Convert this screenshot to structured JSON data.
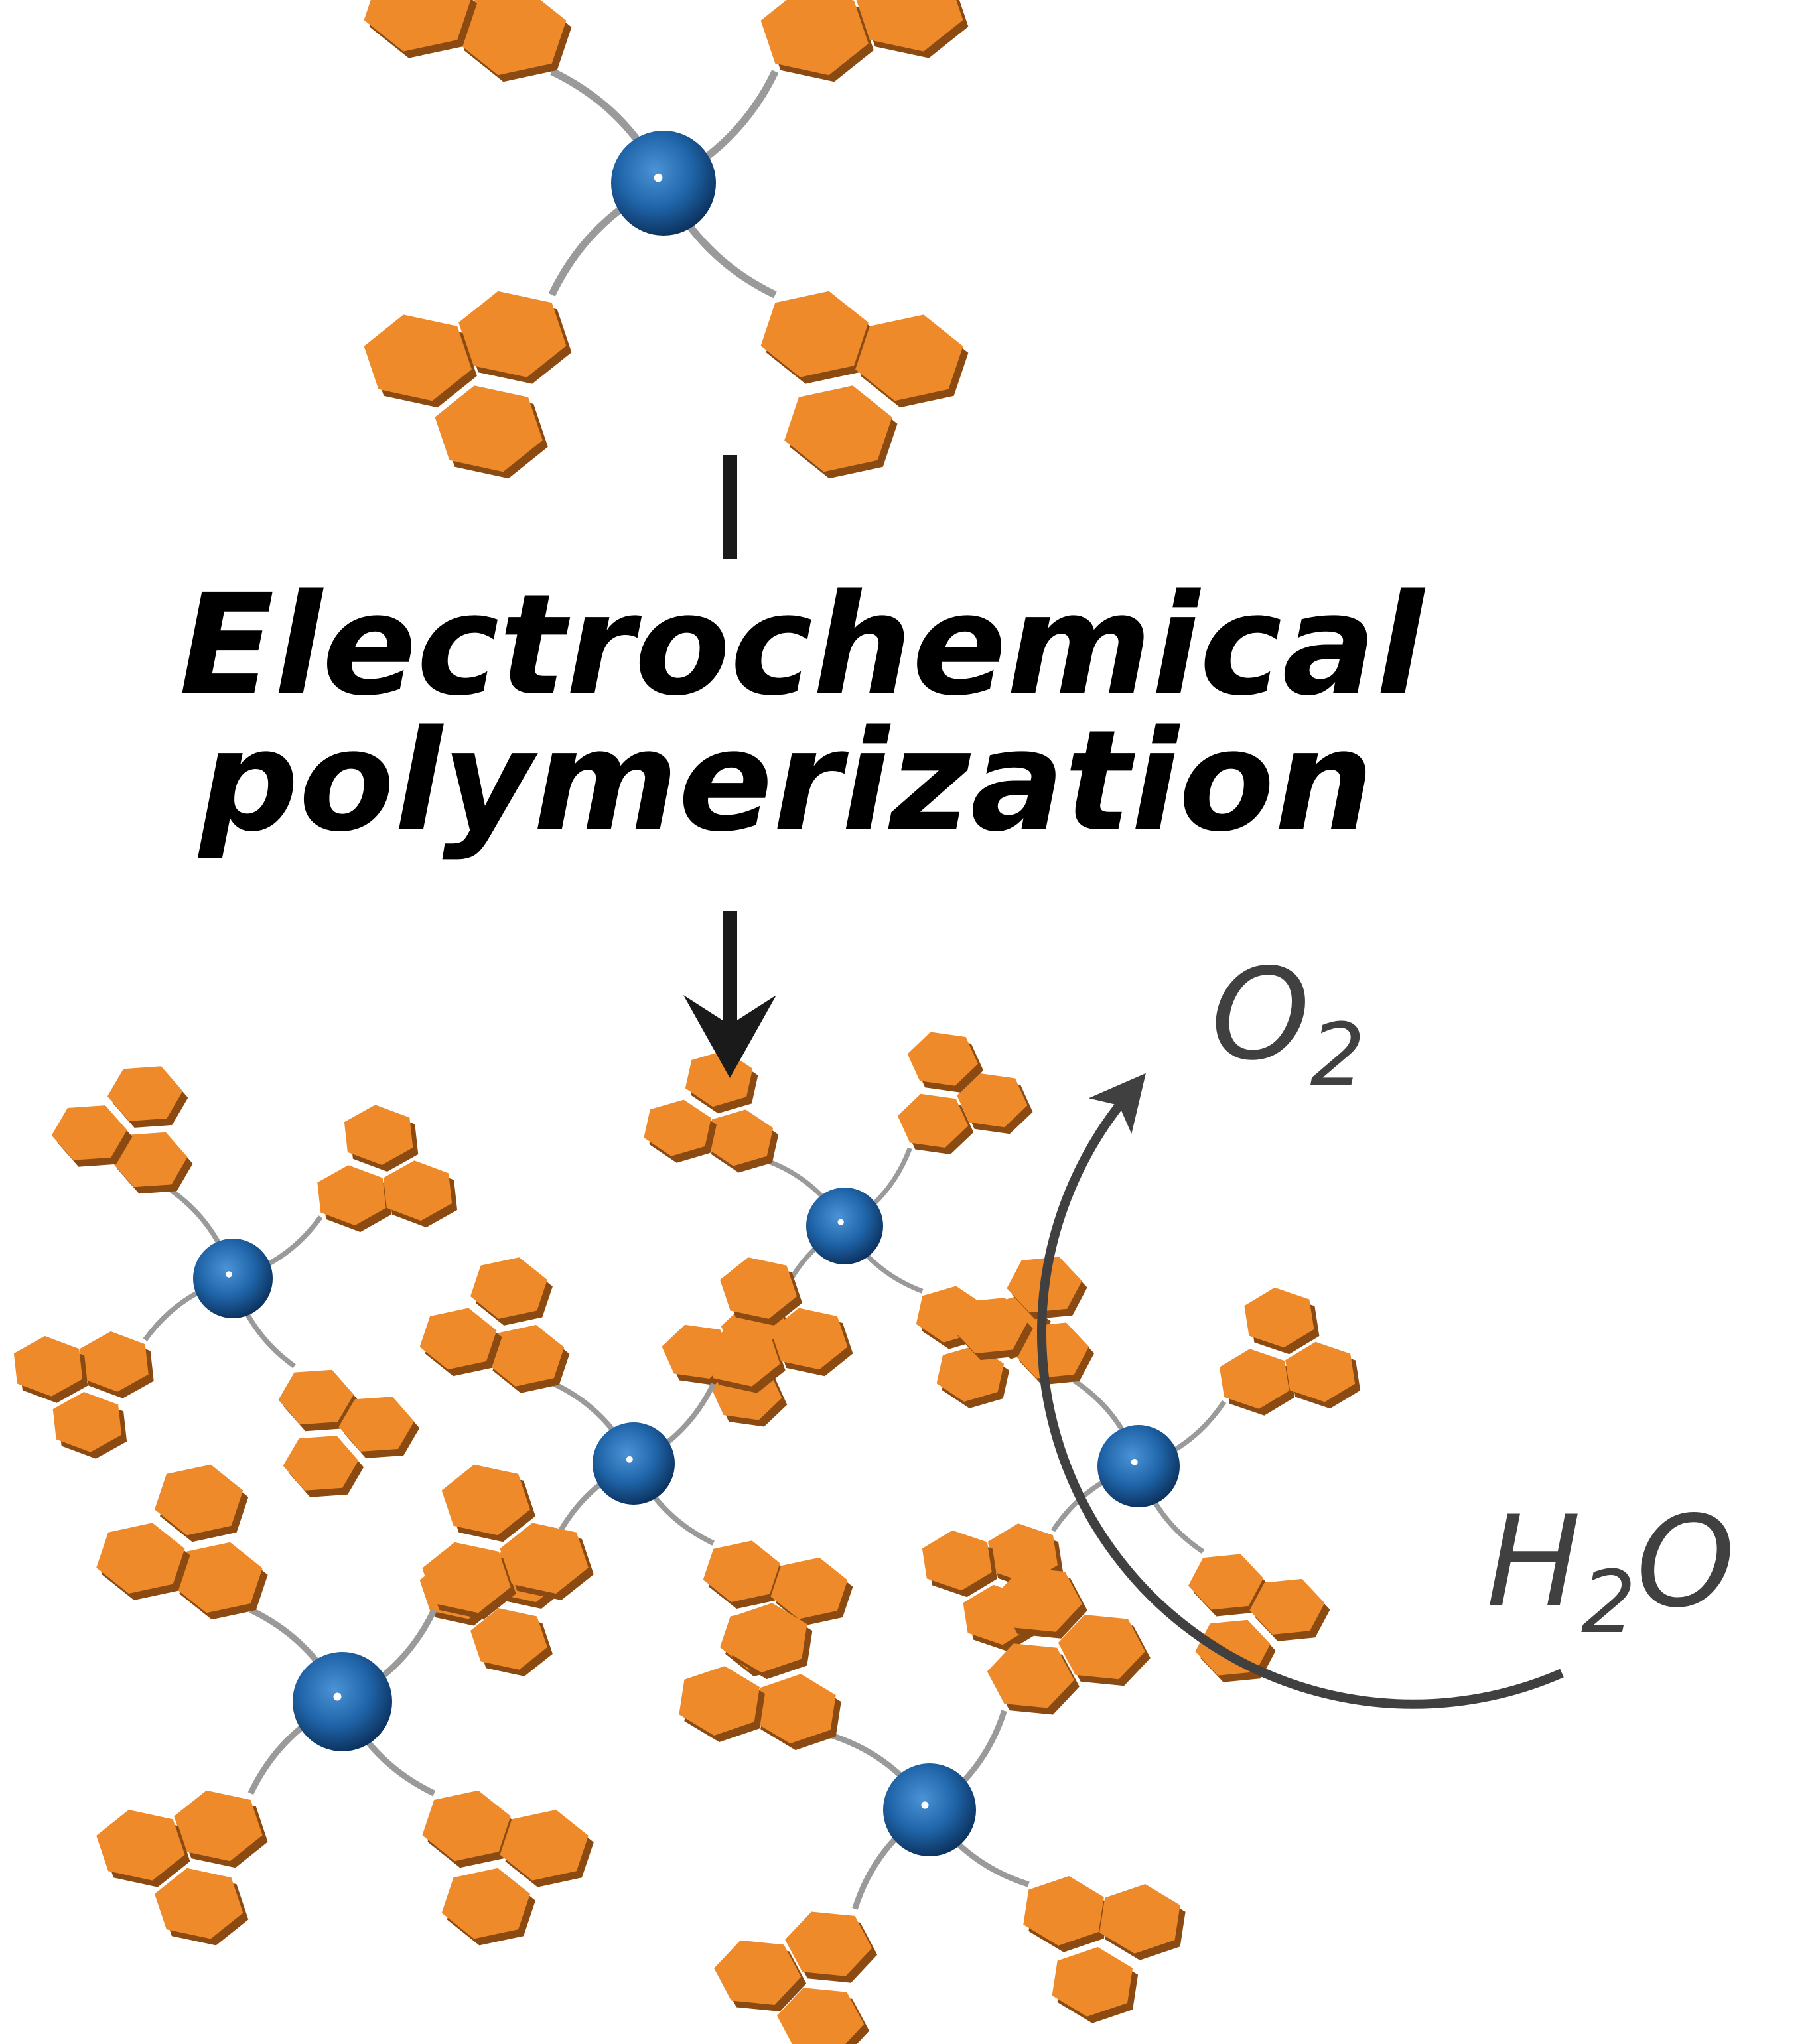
{
  "process": {
    "line1": "Electrochemical",
    "line2": "polymerization"
  },
  "products": {
    "o2_base": "O",
    "o2_sub": "2"
  },
  "reactants": {
    "h2o_h": "H",
    "h2o_sub": "2",
    "h2o_o": "O"
  },
  "colors": {
    "arm_orange": "#ee8a2a",
    "arm_shadow": "#8a4a12",
    "core_blue": "#1f64a8",
    "linker_gray": "#9a9a9a",
    "arrow_gray": "#404040"
  }
}
